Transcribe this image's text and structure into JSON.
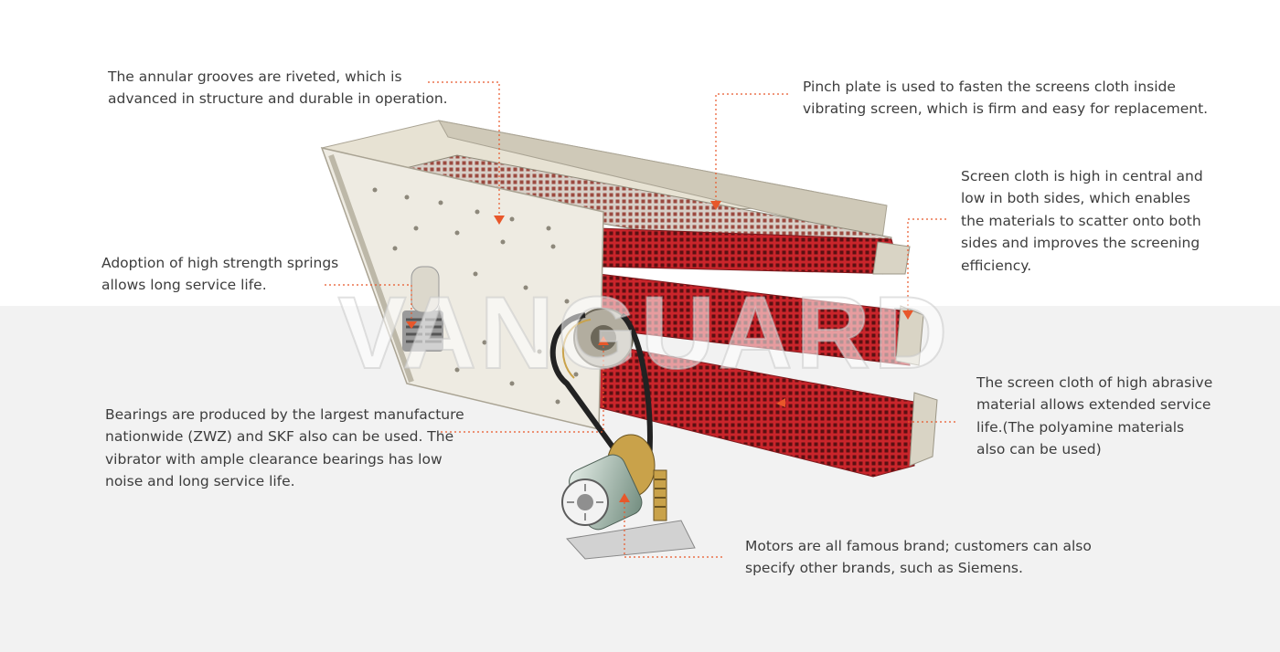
{
  "watermark": "VANGUARD",
  "colors": {
    "leader": "#e8572a",
    "screen_red": "#c1242b",
    "frame": "#d9d4c5",
    "text": "#3d3d3d"
  },
  "annotations": [
    {
      "id": "grooves",
      "lines": [
        "The annular grooves are riveted, which is",
        "advanced in structure and durable in operation."
      ]
    },
    {
      "id": "pinch-plate",
      "lines": [
        "Pinch plate is used to fasten the screens cloth inside",
        "vibrating screen, which is firm and easy for replacement."
      ]
    },
    {
      "id": "screen-cloth-shape",
      "lines": [
        "Screen cloth is high in central and",
        "low in both sides, which enables",
        "the materials to scatter onto both",
        "sides and improves the screening",
        "efficiency."
      ]
    },
    {
      "id": "springs",
      "lines": [
        "Adoption of high strength springs",
        "allows long service life."
      ]
    },
    {
      "id": "screen-cloth-material",
      "lines": [
        "The screen cloth of high abrasive",
        "material allows extended service",
        "life.(The polyamine materials",
        "also can be used)"
      ]
    },
    {
      "id": "bearings",
      "lines": [
        "Bearings are produced by the largest manufacture",
        "nationwide (ZWZ) and SKF also can be used. The",
        "vibrator with ample clearance bearings has low",
        "noise and long service life."
      ]
    },
    {
      "id": "motors",
      "lines": [
        "Motors are all famous brand; customers can also",
        "specify other brands, such as Siemens."
      ]
    }
  ]
}
